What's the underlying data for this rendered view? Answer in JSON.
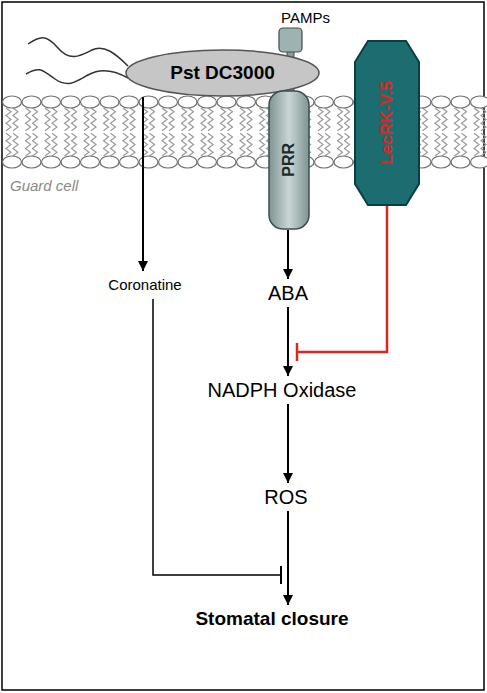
{
  "diagram": {
    "nodes": [
      {
        "text": [
          "Pst DC3000"
        ]
      },
      {
        "text": [
          "PRR"
        ]
      },
      {
        "text": [
          "LecRK-V.5"
        ]
      },
      {
        "text": [
          "Coronatine"
        ]
      },
      {
        "text": [
          "ABA"
        ]
      },
      {
        "text": [
          "NADPH Oxidase"
        ]
      },
      {
        "text": [
          "ROS"
        ]
      },
      {
        "text": [
          "Stomatal closure"
        ]
      }
    ],
    "edges": [
      {
        "from": 0,
        "to": 3,
        "arrow": "to"
      },
      {
        "from": 1,
        "to": 4,
        "arrow": "to"
      },
      {
        "from": 4,
        "to": 5,
        "arrow": "to"
      },
      {
        "from": 5,
        "to": 6,
        "arrow": "to"
      },
      {
        "from": 6,
        "to": 7,
        "arrow": "to"
      }
    ],
    "labels": [
      "PAMPs",
      "Guard cell"
    ]
  }
}
